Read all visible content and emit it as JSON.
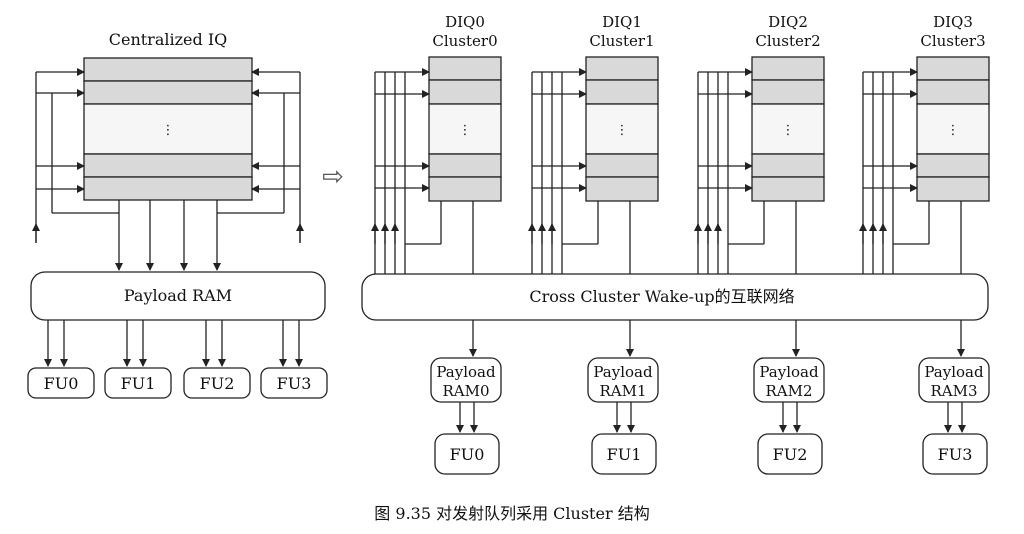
{
  "centralized": {
    "title": "Centralized IQ",
    "payload_label": "Payload RAM",
    "fus": [
      "FU0",
      "FU1",
      "FU2",
      "FU3"
    ]
  },
  "transition_arrow": "⇨",
  "clusters": [
    {
      "diq": "DIQ0",
      "cluster": "Cluster0",
      "payload_1": "Payload",
      "payload_2": "RAM0",
      "fu": "FU0"
    },
    {
      "diq": "DIQ1",
      "cluster": "Cluster1",
      "payload_1": "Payload",
      "payload_2": "RAM1",
      "fu": "FU1"
    },
    {
      "diq": "DIQ2",
      "cluster": "Cluster2",
      "payload_1": "Payload",
      "payload_2": "RAM2",
      "fu": "FU2"
    },
    {
      "diq": "DIQ3",
      "cluster": "Cluster3",
      "payload_1": "Payload",
      "payload_2": "RAM3",
      "fu": "FU3"
    }
  ],
  "wakeup_label": "Cross Cluster Wake-up的互联网络",
  "queue_dots": "⋮",
  "caption": "图 9.35   对发射队列采用 Cluster 结构"
}
